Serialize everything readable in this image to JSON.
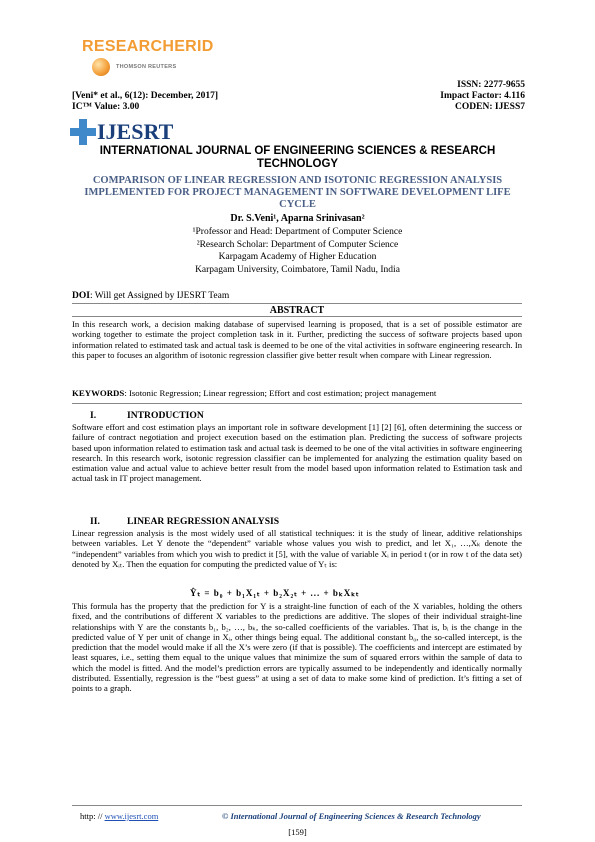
{
  "logo": {
    "brand": "RESEARCHERID",
    "sub": "THOMSON REUTERS"
  },
  "header": {
    "citation": "[Veni* et al., 6(12): December, 2017]",
    "ic_value": "IC™ Value: 3.00",
    "issn": "ISSN: 2277-9655",
    "impact": "Impact Factor: 4.116",
    "coden": "CODEN: IJESS7"
  },
  "brand": "IJESRT",
  "journal_name": "INTERNATIONAL JOURNAL OF ENGINEERING SCIENCES & RESEARCH TECHNOLOGY",
  "article_title": "COMPARISON OF LINEAR REGRESSION AND ISOTONIC REGRESSION ANALYSIS IMPLEMENTED FOR PROJECT MANAGEMENT IN SOFTWARE DEVELOPMENT LIFE CYCLE",
  "authors": "Dr. S.Veni¹, Aparna Srinivasan²",
  "affiliations": [
    "¹Professor and Head: Department of Computer Science",
    "²Research Scholar: Department of Computer Science",
    "Karpagam Academy of Higher Education",
    "Karpagam University, Coimbatore, Tamil Nadu, India"
  ],
  "doi": {
    "label": "DOI",
    "text": ": Will get Assigned by IJESRT Team"
  },
  "abstract": {
    "title": "ABSTRACT",
    "text": "In this research work, a decision making database of supervised learning is proposed, that is a set of possible estimator are working together to estimate the project completion task in it. Further, predicting the success of software projects based upon information related to estimated task and actual task is deemed to be one of the vital activities in software engineering research. In this paper to focuses an algorithm of isotonic regression classifier give better result when compare with Linear regression."
  },
  "keywords": {
    "label": "KEYWORDS",
    "text": ": Isotonic Regression; Linear regression; Effort and cost estimation; project management"
  },
  "sections": [
    {
      "num": "I.",
      "title": "INTRODUCTION",
      "text": "Software effort and cost estimation plays an important role in software development [1] [2] [6], often determining the success or failure of contract negotiation and project execution based on the estimation plan. Predicting the success of software projects based upon information related to estimation task and actual task is deemed to be one of the vital activities in software engineering research. In this research work, isotonic regression classifier can be implemented for analyzing the estimation quality based on estimation value and actual value to achieve better result from the model based upon information related to Estimation task and actual task in IT project management."
    },
    {
      "num": "II.",
      "title": "LINEAR REGRESSION ANALYSIS",
      "text": "Linear regression analysis is the most widely used of all statistical techniques: it is the study of linear, additive relationships between variables. Let Y denote the “dependent” variable whose values you wish to predict, and let X₁, …,Xₖ denote the “independent” variables from which you wish to predict it [5], with the value of variable Xᵢ in period t (or in row t of the data set) denoted by Xᵢₜ. Then the equation for computing the predicted value of Yₜ is:",
      "equation": "Ŷₜ  =  b₀ + b₁X₁ₜ + b₂X₂ₜ + ... + bₖXₖₜ",
      "text2": "This formula has the property that the prediction for Y is a straight-line function of each of the X variables, holding the others fixed, and the contributions of different X variables to the predictions are additive. The slopes of their individual straight-line relationships with Y are the constants b₁, b₂, …, bₖ, the so-called coefficients of the variables. That is, bᵢ is the change in the predicted value of Y per unit of change in Xᵢ, other things being equal. The additional constant b₀, the so-called intercept, is the prediction that the model would make if all the X’s were zero (if that is possible). The coefficients and intercept are estimated by least squares, i.e., setting them equal to the unique values that minimize the sum of squared errors within the sample of data to which the model is fitted. And the model’s prediction errors are typically assumed to be independently and identically normally distributed. Essentially, regression is the “best guess” at using a set of data to make some kind of prediction. It’s fitting a set of points to a graph."
    }
  ],
  "footer": {
    "url_prefix": "http: // ",
    "url": "www.ijesrt.com",
    "copyright": "© International Journal of Engineering Sciences & Research Technology",
    "page": "[159]"
  }
}
